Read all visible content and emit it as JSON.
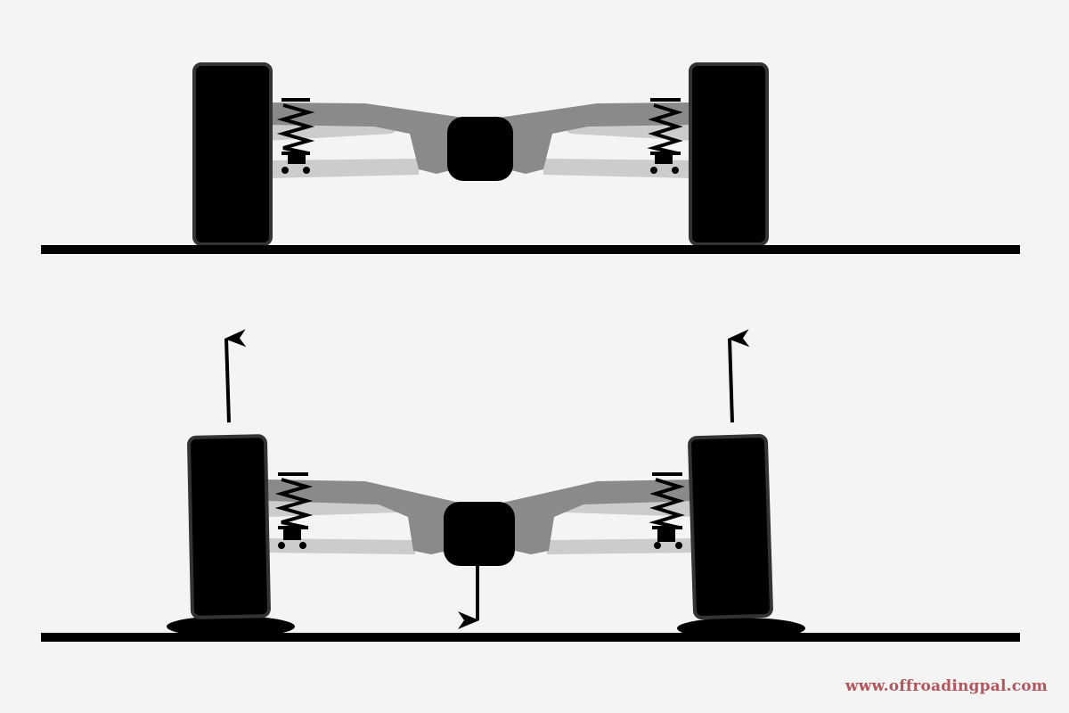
{
  "watermark": "www.offroadingpal.com",
  "colors": {
    "background": "#f4f4f4",
    "ground": "#000000",
    "tire": "#000000",
    "tire_outline": "#333333",
    "upper_arm": "#8a8a8a",
    "lower_link": "#cccccc",
    "spring": "#000000",
    "watermark": "#b5545a"
  },
  "panels": [
    {
      "name": "normal-stance",
      "arrows": []
    },
    {
      "name": "lifted-stance",
      "arrows": [
        "left-wheel-up",
        "right-wheel-up",
        "differential-down"
      ]
    }
  ]
}
